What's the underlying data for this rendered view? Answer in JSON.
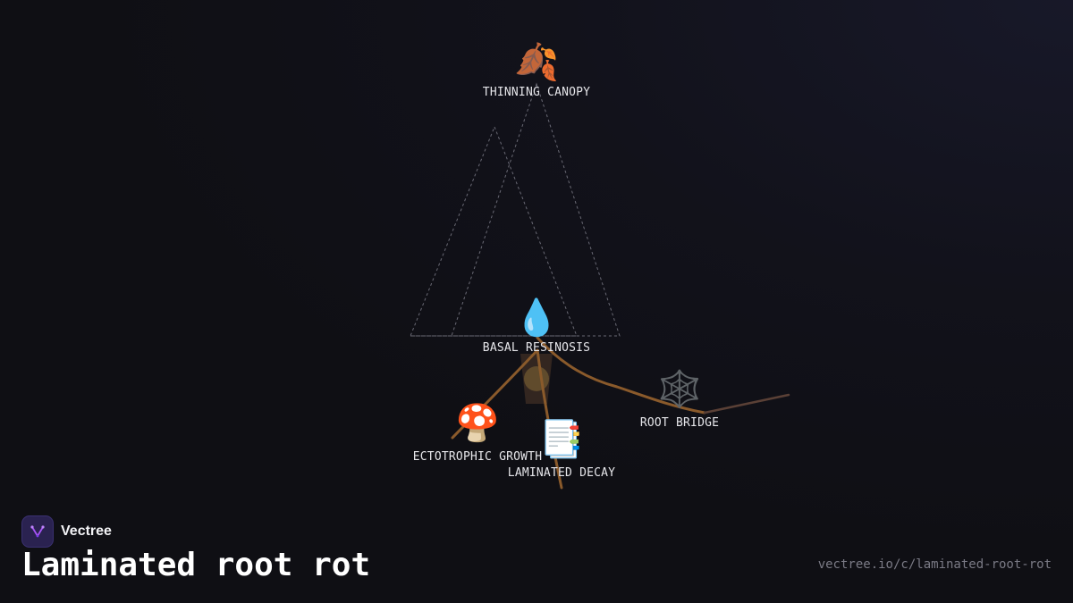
{
  "brand": {
    "name": "Vectree",
    "logo_icon": "vectree-logo-icon",
    "accent": "#a855f7"
  },
  "page": {
    "title": "Laminated root rot",
    "url": "vectree.io/c/laminated-root-rot"
  },
  "diagram": {
    "nodes": [
      {
        "id": "canopy",
        "label": "THINNING CANOPY",
        "icon": "fallen-leaf-icon",
        "emoji": "🍂"
      },
      {
        "id": "resinosis",
        "label": "BASAL RESINOSIS",
        "icon": "droplet-icon",
        "emoji": "💧"
      },
      {
        "id": "growth",
        "label": "ECTOTROPHIC GROWTH",
        "icon": "mushroom-icon",
        "emoji": "🍄"
      },
      {
        "id": "decay",
        "label": "LAMINATED DECAY",
        "icon": "bookmark-tabs-icon",
        "emoji": "📑"
      },
      {
        "id": "bridge",
        "label": "ROOT BRIDGE",
        "icon": "spider-web-icon",
        "emoji": "🕸️"
      }
    ],
    "colors": {
      "root": "#8a5a2b",
      "root_dim": "#5a4036",
      "outline": "#6a6a75",
      "trunk": "#3a2a22",
      "lesion": "#6b5530",
      "label": "#e6e6ea"
    }
  }
}
